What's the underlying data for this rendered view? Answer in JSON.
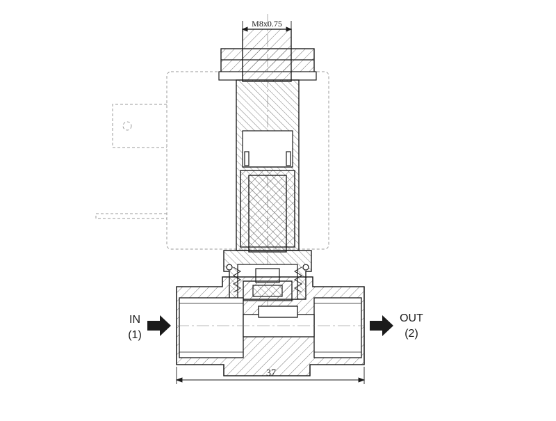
{
  "drawing": {
    "thread_dimension": "M8x0.75",
    "length_dimension": "37",
    "inlet": {
      "label": "IN",
      "port": "(1)"
    },
    "outlet": {
      "label": "OUT",
      "port": "(2)"
    }
  },
  "colors": {
    "line": "#1a1a1a",
    "hidden_line": "#9a9a9a",
    "hatch": "#555555",
    "arrow": "#1a1a1a"
  }
}
